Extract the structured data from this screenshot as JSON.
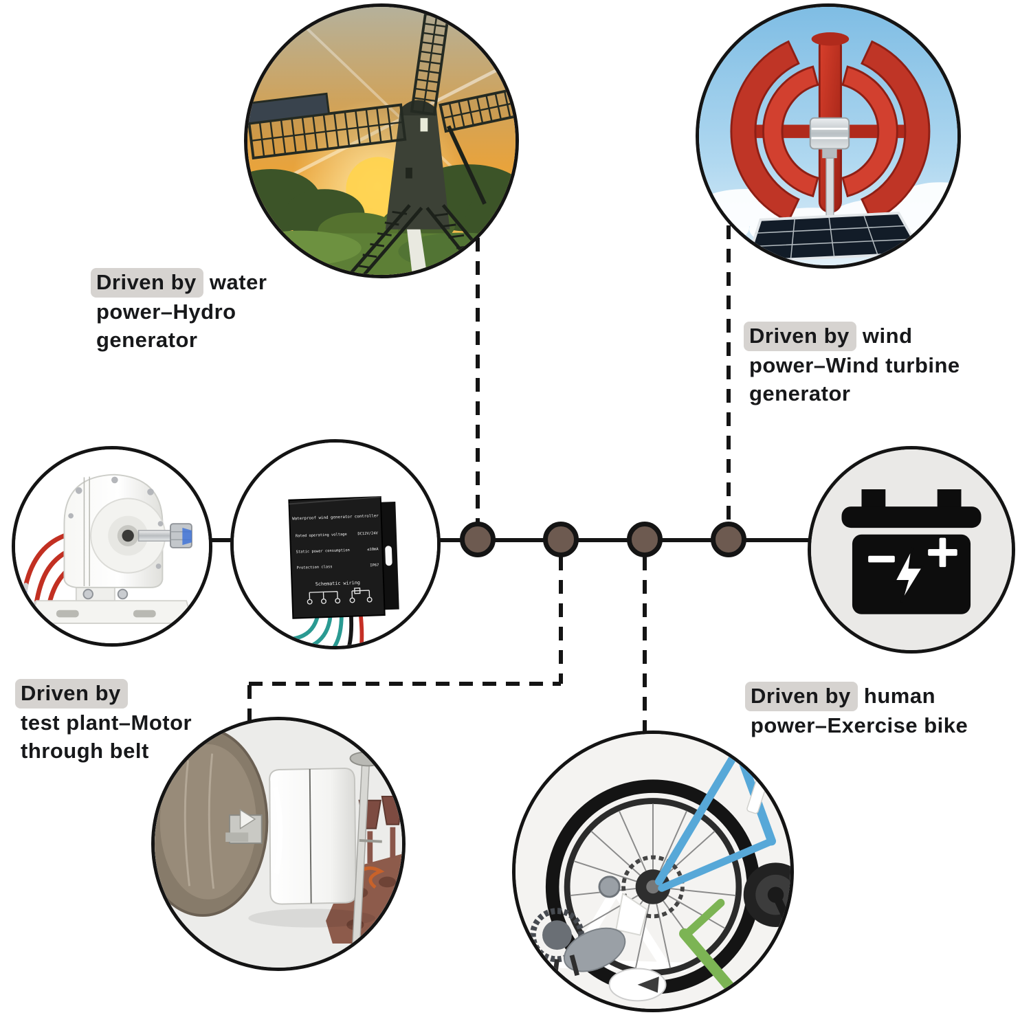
{
  "page": {
    "background": "#ffffff"
  },
  "style": {
    "line_color": "#141414",
    "node_brown": "#6d5a50",
    "badge_bg": "#d6d3d0",
    "turbine_red": "#c43a2a",
    "wire_red": "#c23022",
    "wire_teal": "#2a9a92",
    "wire_blue": "#3757c9"
  },
  "labels": {
    "hydro": {
      "badge": "Driven by",
      "tail": "water",
      "line2": "power–Hydro",
      "line3": "generator"
    },
    "wind": {
      "badge": "Driven by",
      "tail": "wind",
      "line2": "power–Wind turbine",
      "line3": "generator"
    },
    "motor": {
      "badge": "Driven by",
      "tail": "",
      "line2": "test plant–Motor",
      "line3": "through belt"
    },
    "bike": {
      "badge": "Driven by",
      "tail": "human",
      "line2": "power–Exercise bike"
    }
  },
  "controller": {
    "title": "Waterproof wind generator controller",
    "rows": [
      {
        "key": "Rated operating voltage",
        "value": "DC12V/24V"
      },
      {
        "key": "Static power consumption",
        "value": "≤10mA"
      },
      {
        "key": "Protection class",
        "value": "IP67"
      }
    ],
    "footer": "Schematic wiring"
  },
  "icons": {
    "hydro_scene": "windmill-sunset-photo",
    "wind_scene": "red-vertical-wind-turbine-with-solar-panel-photo",
    "generator_scene": "permanent-magnet-generator-photo",
    "controller_scene": "wind-controller-box-photo",
    "battery_scene": "battery-charge-icon",
    "motor_scene": "motor-belt-test-bench-photo",
    "bike_scene": "bicycle-on-trainer-photo",
    "node": "connector-node"
  }
}
